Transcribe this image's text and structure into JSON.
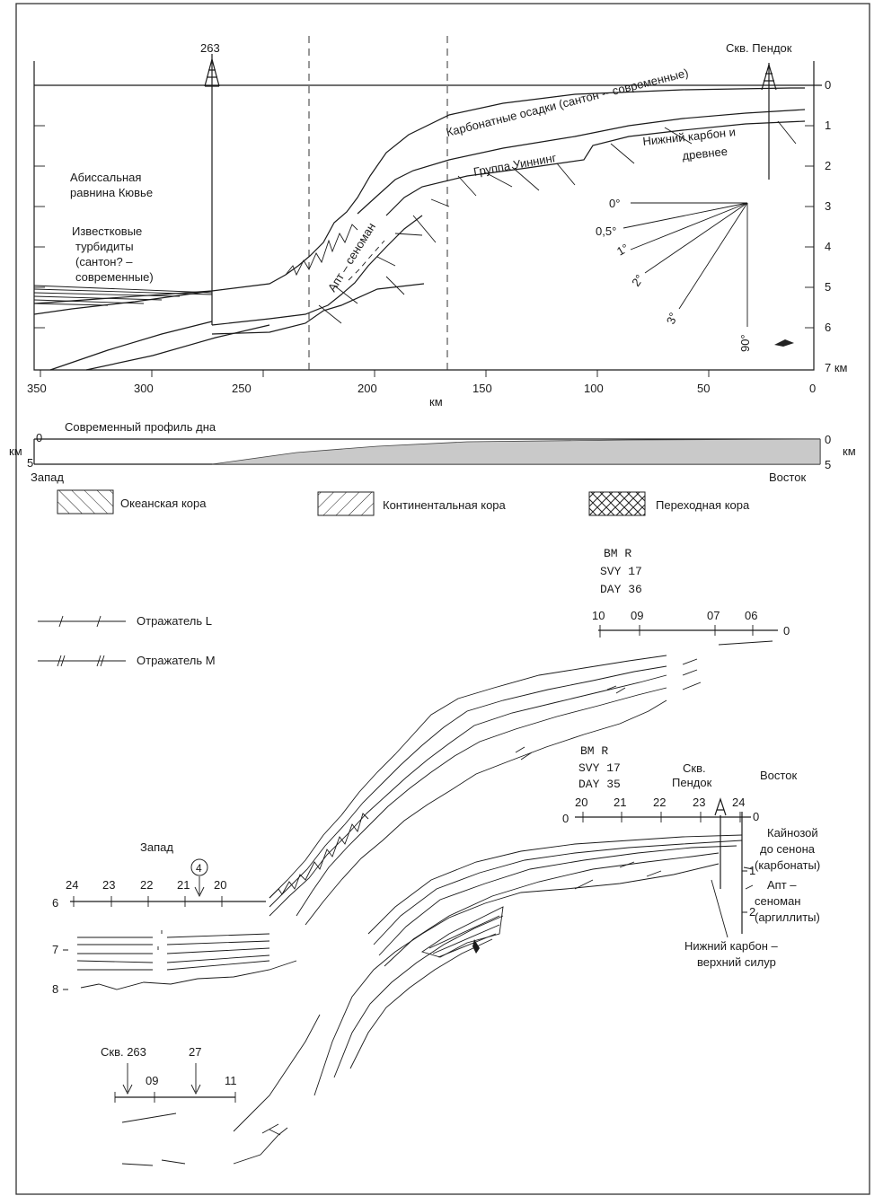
{
  "profile": {
    "well_left": "263",
    "well_right": "Скв. Пендок",
    "depth_ticks": [
      "0",
      "1",
      "2",
      "3",
      "4",
      "5",
      "6",
      "7 км"
    ],
    "x_ticks": [
      "350",
      "300",
      "250",
      "200",
      "150",
      "100",
      "50",
      "0"
    ],
    "x_unit": "км",
    "label_carbonate": "Карбонатные осадки (сантон -- современные)",
    "label_winning": "Группа Уиннинг",
    "label_lower_carb_1": "Нижний карбон и",
    "label_lower_carb_2": "древнее",
    "label_plain_1": "Абиссальная",
    "label_plain_2": "равнина Кювье",
    "label_turb_1": "Известковые",
    "label_turb_2": "турбидиты",
    "label_turb_3": "(сантон? –",
    "label_turb_4": "современные)",
    "label_apt": "Апт – сеноман",
    "dip_labels": [
      "0°",
      "0,5°",
      "1°",
      "2°",
      "3°",
      "90°"
    ]
  },
  "seafloor": {
    "title": "Современный профиль дна",
    "left_top": "0",
    "left_bottom": "5",
    "left_unit": "км",
    "right_top": "0",
    "right_bottom": "5",
    "right_unit": "км",
    "west": "Запад",
    "east": "Восток"
  },
  "legend": {
    "oceanic": "Океанская кора",
    "continental": "Континентальная кора",
    "transitional": "Переходная кора",
    "reflector_l": "Отражатель L",
    "reflector_m": "Отражатель M"
  },
  "seismic": {
    "top_survey": [
      "BM R",
      "SVY 17",
      "DAY 36"
    ],
    "top_ticks": [
      "10",
      "09",
      "07",
      "06"
    ],
    "top_zero": "0",
    "mid_survey": [
      "BM R",
      "SVY 17",
      "DAY 35"
    ],
    "mid_well": [
      "Скв.",
      "Пендок"
    ],
    "mid_east": "Восток",
    "mid_ticks": [
      "20",
      "21",
      "22",
      "23",
      "24"
    ],
    "mid_zero_left": "0",
    "mid_zero_right": "0",
    "right_scale": [
      "1",
      "2"
    ],
    "label_cenozoic": [
      "Кайнозой",
      "до сенона",
      "(карбонаты)"
    ],
    "label_apt": [
      "Апт –",
      "сеноман",
      "(аргиллиты)"
    ],
    "label_lower": [
      "Нижний карбон –",
      "верхний силур"
    ],
    "west": "Запад",
    "circle_marker": "4",
    "left_ticks": [
      "24",
      "23",
      "22",
      "21",
      "20"
    ],
    "left_depth": [
      "6",
      "7",
      "8"
    ],
    "bottom_well": "Скв. 263",
    "bottom_ticks": [
      "09",
      "27",
      "11"
    ]
  }
}
